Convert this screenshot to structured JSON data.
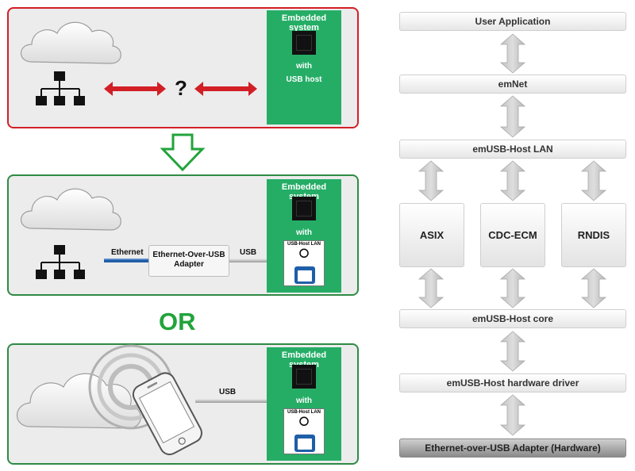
{
  "panels": {
    "top": {
      "board_title": "Embedded system",
      "board_line1": "with",
      "board_line2": "USB host",
      "question_mark": "?"
    },
    "middle": {
      "board_title": "Embedded system",
      "board_with": "with",
      "usb_card_label": "USB-Host LAN",
      "ethernet_label": "Ethernet",
      "usb_label": "USB",
      "adapter_line1": "Ethernet-Over-USB",
      "adapter_line2": "Adapter"
    },
    "or_label": "OR",
    "bottom": {
      "board_title": "Embedded system",
      "board_with": "with",
      "usb_card_label": "USB-Host LAN",
      "usb_label": "USB"
    }
  },
  "stack": {
    "layers": [
      "User Application",
      "emNet",
      "emUSB-Host LAN",
      "emUSB-Host core",
      "emUSB-Host hardware driver",
      "Ethernet-over-USB Adapter (Hardware)"
    ],
    "drivers": [
      "ASIX",
      "CDC-ECM",
      "RNDIS"
    ]
  },
  "colors": {
    "alert_red": "#d21f26",
    "panel_green": "#2e8b44",
    "board_green": "#25ad66",
    "or_green": "#22a33b",
    "ethernet_blue": "#1f5ea8"
  }
}
